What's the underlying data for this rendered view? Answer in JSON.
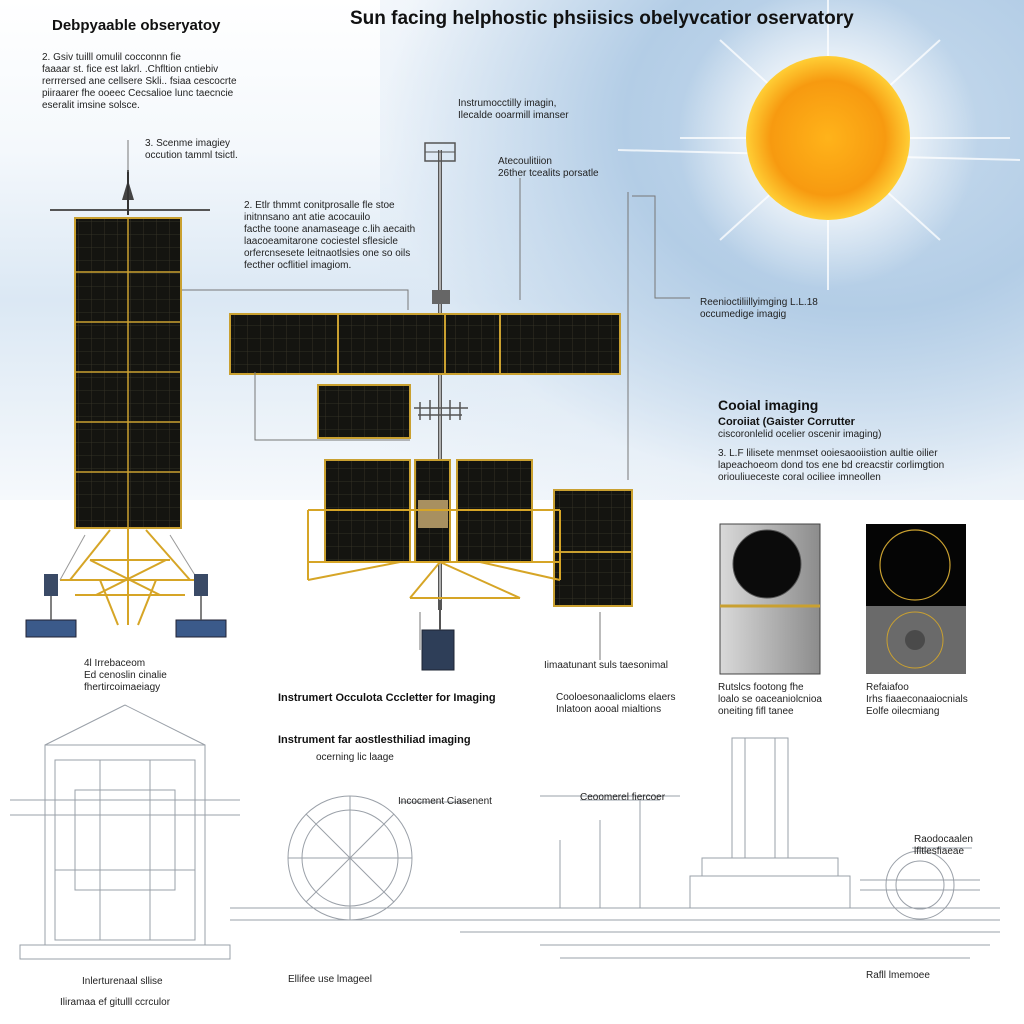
{
  "header": {
    "title": "Sun facing helphostic phsiisics obelyvcatior oservatory",
    "subtitle": "Debpyaable obseryatoy"
  },
  "labels": {
    "top_left_note": "2. Gsiv tuilll omulil cocconnn fie\nfaaaar st. fice est lakrl. .Chfltion cntiebiv\nrerrrersed ane cellsere Skli.. fsiaa cescocrte\npiiraarer fhe ooeec Cecsalioe lunc taecncie\neseralit imsine solsce.",
    "occultor_note": "3. Scenme imagiey\noccution tamml tsictl.",
    "center_note": "2. Etlr thmmt conitprosalle fle stoe\ninitnnsano ant atie acocauilo\nfacthe toone anamaseage c.lih aecaith\nlaacoeamitarone cociestel sflesicle\norfercnsesete leitnaotlsies one so oils\nfecther ocflitiel imagiom.",
    "instrument_top": "Instrumocctilly imagin,\nIlecalde ooarmill imanser",
    "accumulation": "Atecoulitiion\n26ther tcealits porsatle",
    "right_imaging": "Reenioctiliillyimging L.L.18\noccumedige imagig",
    "coronal_head": "Cooial imaging",
    "coronal_sub": "Coroiiat (Gaister Corrutter",
    "coronal_sub2": "ciscoronlelid ocelier oscenir imaging)",
    "coronal_note": "3. L.F lilisete menmset ooiesaooiistion aultie oilier\nlapeachoeom dond tos ene bd creacstir corlimgtion\noriouliueceste coral ociliee imneollen",
    "left_bottom_note": "4l Irrebaceom\nEd cenoslin cinalie\nfhertircoimaeiagy",
    "occulter_label": "Instrumert Occulota Cccletter  for  Imaging",
    "center_right_note": "Iimaatunant suls taesonimal",
    "center_right_note2": "Cooloesonaalicloms elaers\nInlatoon aooal mialtions",
    "panel1_caption": "Rutslcs footong fhe\nloalo se oaceaniolcnioa\noneiting fifl tanee",
    "panel2_caption": "Refaiafoo\nIrhs fiaaeconaaiocnials\nEolfe oilecmiang",
    "bp_title": "Instrument far aostlesthiliad imaging",
    "bp_sub": "ocerning lic laage",
    "bp_ruler": "Incocment Ciasenent",
    "bp_corner": "Ceoomerel fiercoer",
    "bp_right1": "Raodocaalen\nlfltlesfiaeae",
    "bp_bottom_left1": "Inlerturenaal sllise",
    "bp_bottom_left2": "Iliramaa ef gitulll ccrculor",
    "bp_bottom_center": "Ellifee use lmageel",
    "bp_bottom_right": "Rafll lmemoee"
  },
  "colors": {
    "sun_core": "#f7a112",
    "sun_edge": "#ffd23d",
    "panel_dark": "#151510",
    "panel_frame": "#c9a030",
    "truss": "#d6a526",
    "blueprint_line": "#9aa0a8"
  },
  "icons": [
    "sun-icon",
    "solar-panel-icon",
    "antenna-icon",
    "occulter-disk-icon"
  ]
}
